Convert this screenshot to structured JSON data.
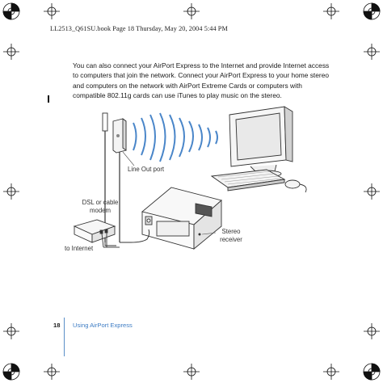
{
  "header": {
    "text": "LL2513_Q61SU.book  Page 18  Thursday, May 20, 2004  5:44 PM"
  },
  "body": {
    "paragraph": "You can also connect your AirPort Express to the Internet and provide Internet access to computers that join the network. Connect your AirPort Express to your home stereo and computers on the network with AirPort Extreme Cards or computers with compatible 802.11g cards can use iTunes to play music on the stereo."
  },
  "illustration": {
    "line_out_label": "Line Out port",
    "modem_label_1": "DSL or cable",
    "modem_label_2": "modem",
    "internet_label": "to Internet",
    "stereo_label_1": "Stereo",
    "stereo_label_2": "receiver"
  },
  "footer": {
    "page_number": "18",
    "section_title": "Using AirPort Express"
  },
  "colors": {
    "accent": "#3d7cc4",
    "waves": "#4a86c9"
  }
}
